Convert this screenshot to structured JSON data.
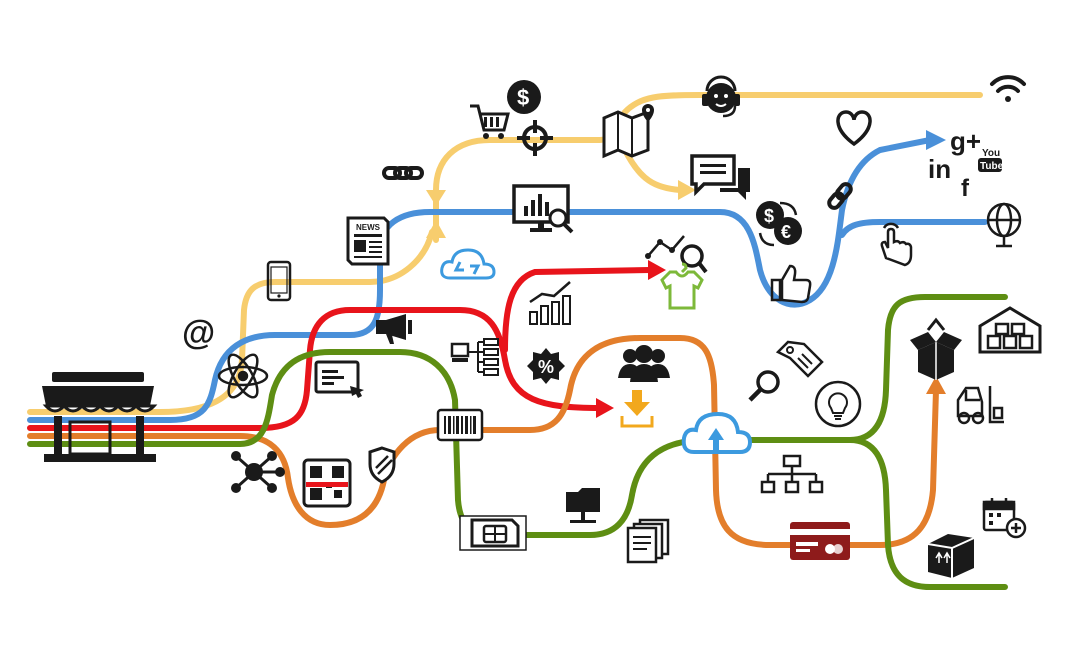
{
  "colors": {
    "yellow": "#F7CD6E",
    "blue": "#4A90D9",
    "red": "#E8141B",
    "green": "#5E8E13",
    "orange": "#E37E2B",
    "icon": "#1a1a1a",
    "cloud": "#3C9ADF",
    "shirt": "#7DB93A",
    "download": "#F2A81D",
    "card": "#8E1B1B",
    "qr_bar": "#E8141B"
  },
  "icons": [
    "store-icon",
    "at-sign-icon",
    "atom-icon",
    "smartphone-icon",
    "news-icon",
    "chain-link-icon",
    "shopping-cart-icon",
    "dollar-coin-icon",
    "crosshair-icon",
    "map-pin-icon",
    "headset-support-icon",
    "wifi-icon",
    "heart-icon",
    "link-icon",
    "social-media-icon",
    "globe-icon",
    "touch-hand-icon",
    "chat-bubbles-icon",
    "currency-exchange-icon",
    "thumbs-up-icon",
    "analytics-monitor-icon",
    "cloud-sync-icon",
    "megaphone-icon",
    "line-chart-icon",
    "search-analytics-icon",
    "tshirt-icon",
    "tablet-touch-icon",
    "network-nodes-icon",
    "qr-code-icon",
    "shield-icon",
    "barcode-icon",
    "server-tree-icon",
    "percent-badge-icon",
    "users-group-icon",
    "download-icon",
    "price-tag-icon",
    "magnifier-icon",
    "lightbulb-icon",
    "cloud-upload-icon",
    "sitemap-icon",
    "folder-network-icon",
    "sim-card-icon",
    "documents-icon",
    "credit-card-icon",
    "package-open-icon",
    "warehouse-icon",
    "forklift-icon",
    "calendar-add-icon",
    "shipping-box-icon"
  ],
  "labels": {
    "news": "NEWS",
    "social_gplus": "g+",
    "social_in": "in",
    "social_f": "f",
    "social_you": "You",
    "social_tube": "Tube",
    "dollar": "$",
    "euro": "€",
    "percent": "%",
    "at": "@"
  }
}
